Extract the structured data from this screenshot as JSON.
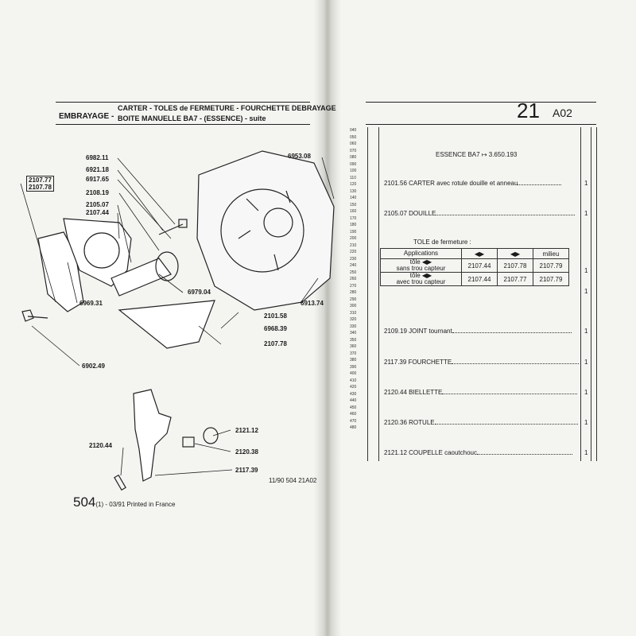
{
  "header": {
    "section": "EMBRAYAGE -",
    "title_line1": "CARTER - TOLES de FERMETURE - FOURCHETTE DEBRAYAGE",
    "title_line2": "BOITE MANUELLE BA7 - (ESSENCE) - suite",
    "page_number": "21",
    "page_code": "A02"
  },
  "diagram_labels": {
    "p6982_11": "6982.11",
    "p6921_18": "6921.18",
    "p6917_65": "6917.65",
    "p2107_77": "2107.77",
    "p2107_78": "2107.78",
    "p2108_19": "2108.19",
    "p2105_07": "2105.07",
    "p2107_44": "2107.44",
    "p6953_08": "6953.08",
    "p6969_31": "6969.31",
    "p6979_04": "6979.04",
    "p6913_74": "6913.74",
    "p2101_58": "2101.58",
    "p6968_39": "6968.39",
    "p2107_78b": "2107.78",
    "p6902_49": "6902.49",
    "p2121_12": "2121.12",
    "p2120_44": "2120.44",
    "p2120_38": "2120.38",
    "p2117_39": "2117.39"
  },
  "footer": {
    "code": "11/90  504  21A02",
    "page_big": "504",
    "printed_suffix": "(1) - 03/91 Printed in France"
  },
  "ruler": [
    "040",
    "050",
    "060",
    "070",
    "080",
    "090",
    "100",
    "110",
    "120",
    "130",
    "140",
    "150",
    "160",
    "170",
    "180",
    "190",
    "200",
    "210",
    "220",
    "230",
    "240",
    "250",
    "260",
    "270",
    "280",
    "290",
    "300",
    "310",
    "320",
    "330",
    "340",
    "350",
    "360",
    "370",
    "380",
    "390",
    "400",
    "410",
    "420",
    "430",
    "440",
    "450",
    "460",
    "470",
    "480"
  ],
  "parts": {
    "essence_label": "ESSENCE BA7",
    "essence_from": "3.650.193",
    "rows": [
      {
        "ref": "2101.56",
        "desc": "CARTER avec rotule douille et anneau",
        "qty": "1"
      },
      {
        "ref": "2105.07",
        "desc": "DOUILLE",
        "qty": "1"
      },
      {
        "ref": "2109.19",
        "desc": "JOINT tournant",
        "qty": "1"
      },
      {
        "ref": "2117.39",
        "desc": "FOURCHETTE",
        "qty": "1"
      },
      {
        "ref": "2120.44",
        "desc": "BIELLETTE",
        "qty": "1"
      },
      {
        "ref": "2120.36",
        "desc": "ROTULE",
        "qty": "1"
      },
      {
        "ref": "2121.12",
        "desc": "COUPELLE caoutchouc",
        "qty": "1"
      }
    ],
    "tole_heading": "TOLE de fermeture :",
    "table": {
      "col_applications": "Applications",
      "col_milieu": "milieu",
      "rows": [
        {
          "app1": "tôle",
          "app2": "sans trou capteur",
          "c1": "2107.44",
          "c2": "2107.78",
          "c3": "2107.79",
          "qty": "1"
        },
        {
          "app1": "tôle",
          "app2": "avec trou capteur",
          "c1": "2107.44",
          "c2": "2107.77",
          "c3": "2107.79",
          "qty": "1"
        }
      ]
    }
  }
}
